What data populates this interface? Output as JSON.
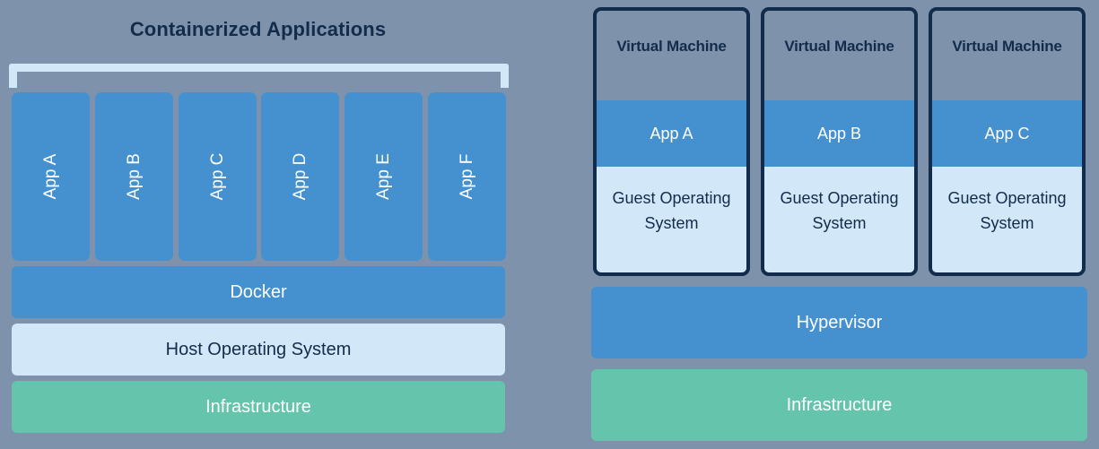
{
  "colors": {
    "background": "#7e93ab",
    "blue": "#4591cf",
    "light_blue": "#d2e7f7",
    "green": "#64c4ac",
    "dark_navy": "#142c4c"
  },
  "left_panel": {
    "title": "Containerized Applications",
    "apps": [
      {
        "label": "App A"
      },
      {
        "label": "App B"
      },
      {
        "label": "App C"
      },
      {
        "label": "App D"
      },
      {
        "label": "App E"
      },
      {
        "label": "App F"
      }
    ],
    "layers": [
      {
        "label": "Docker",
        "color": "#4591cf"
      },
      {
        "label": "Host Operating System",
        "color": "#d2e7f7"
      },
      {
        "label": "Infrastructure",
        "color": "#64c4ac"
      }
    ]
  },
  "right_panel": {
    "vms": [
      {
        "title": "Virtual Machine",
        "app": "App A",
        "guest_os": "Guest Operating System"
      },
      {
        "title": "Virtual Machine",
        "app": "App B",
        "guest_os": "Guest Operating System"
      },
      {
        "title": "Virtual Machine",
        "app": "App C",
        "guest_os": "Guest Operating System"
      }
    ],
    "layers": [
      {
        "label": "Hypervisor",
        "color": "#4591cf"
      },
      {
        "label": "Infrastructure",
        "color": "#64c4ac"
      }
    ]
  }
}
